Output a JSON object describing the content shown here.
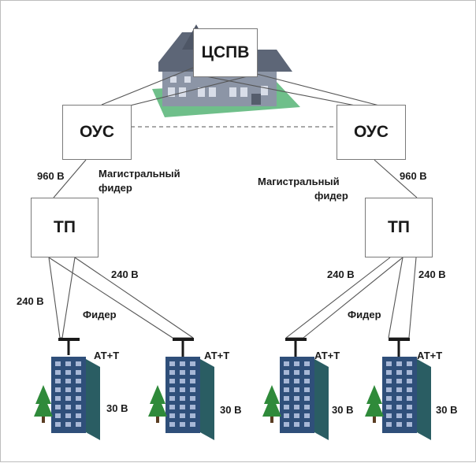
{
  "top": {
    "label": "ЦСПВ"
  },
  "ous_left": {
    "label": "ОУС"
  },
  "ous_right": {
    "label": "ОУС"
  },
  "tp_left": {
    "label": "ТП"
  },
  "tp_right": {
    "label": "ТП"
  },
  "labels": {
    "v960_left": "960 В",
    "v960_right": "960 В",
    "mag_left_1": "Магистральный",
    "mag_left_2": "фидер",
    "mag_right_1": "Магистральный",
    "mag_right_2": "фидер",
    "v240_ll": "240 В",
    "v240_lr": "240 В",
    "v240_rl": "240 В",
    "v240_rr": "240 В",
    "feeder_left": "Фидер",
    "feeder_right": "Фидер",
    "at1": "АТ+Т",
    "at2": "АТ+Т",
    "at3": "АТ+Т",
    "at4": "АТ+Т",
    "v30_1": "30 В",
    "v30_2": "30 В",
    "v30_3": "30 В",
    "v30_4": "30 В"
  },
  "colors": {
    "line": "#555555",
    "house_roof": "#5d6677",
    "house_wall": "#8c95a6",
    "lawn": "#6fbf8a",
    "building_front": "#2f4f7a",
    "building_side": "#2a5d63",
    "window": "#a7b7d6",
    "tree": "#2f8a3a"
  }
}
